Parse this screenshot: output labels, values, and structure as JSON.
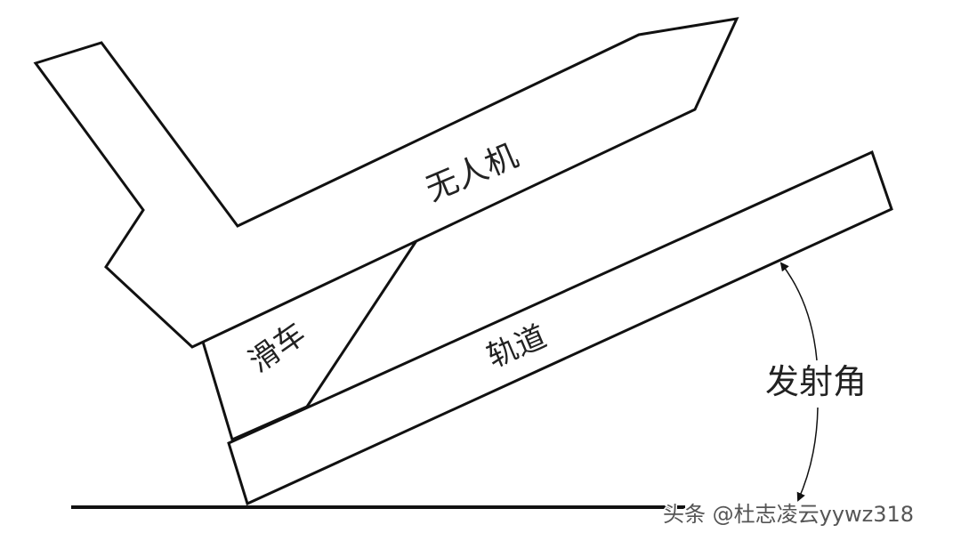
{
  "diagram": {
    "labels": {
      "uav": "无人机",
      "sled": "滑车",
      "rail": "轨道",
      "launch_angle": "发射角"
    },
    "watermark": "头条 @杜志凌云yywz318",
    "colors": {
      "stroke": "#111111",
      "background": "#ffffff"
    }
  }
}
